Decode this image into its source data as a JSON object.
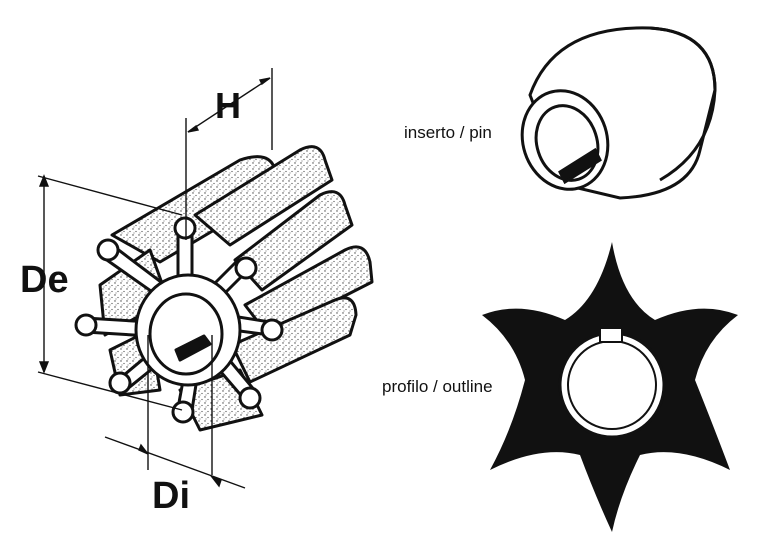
{
  "labels": {
    "height": "H",
    "outer_diameter": "De",
    "inner_diameter": "Di",
    "insert": "inserto / pin",
    "outline": "profilo / outline"
  },
  "colors": {
    "ink": "#111111",
    "paper": "#ffffff",
    "stipple": "#555555"
  }
}
